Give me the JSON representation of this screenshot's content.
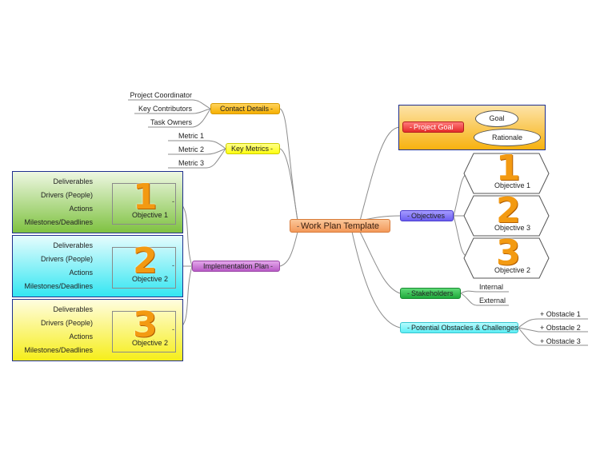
{
  "central": "Work Plan Template",
  "contact": {
    "label": "Contact Details",
    "items": [
      "Project Coordinator",
      "Key Contributors",
      "Task Owners"
    ]
  },
  "metrics": {
    "label": "Key Metrics",
    "items": [
      "Metric 1",
      "Metric 2",
      "Metric 3"
    ]
  },
  "implementation": {
    "label": "Implementation Plan",
    "objectives": [
      {
        "number": "1",
        "label": "Objective 1",
        "items": [
          "Deliverables",
          "Drivers (People)",
          "Actions",
          "Milestones/Deadlines"
        ]
      },
      {
        "number": "2",
        "label": "Objective 2",
        "items": [
          "Deliverables",
          "Drivers (People)",
          "Actions",
          "Milestones/Deadlines"
        ]
      },
      {
        "number": "3",
        "label": "Objective 2",
        "items": [
          "Deliverables",
          "Drivers (People)",
          "Actions",
          "Milestones/Deadlines"
        ]
      }
    ]
  },
  "project_goal": {
    "label": "Project Goal",
    "items": [
      "Goal",
      "Rationale"
    ]
  },
  "objectives": {
    "label": "Objectives",
    "items": [
      {
        "number": "1",
        "label": "Objective 1"
      },
      {
        "number": "2",
        "label": "Objective 3"
      },
      {
        "number": "3",
        "label": "Objective 2"
      }
    ]
  },
  "stakeholders": {
    "label": "Stakeholders",
    "items": [
      "Internal",
      "External"
    ]
  },
  "obstacles": {
    "label": "Potential Obstacles & Challenges",
    "items": [
      "Obstacle 1",
      "Obstacle 2",
      "Obstacle 3"
    ]
  },
  "symbols": {
    "collapse": "-",
    "expand": "+"
  },
  "colors": {
    "central": "#f4a460",
    "contact": "#f9b800",
    "metrics": "#ffff33",
    "implementation": "#c56fd0",
    "goal": "#f03c3c",
    "objectives": "#7b6cf0",
    "stakeholders": "#2eb84a",
    "obstacles": "#66f0f5",
    "panel_green": "#7fc241",
    "panel_cyan": "#33e6f2",
    "panel_yellow": "#f6ee1a",
    "panel_orange": "#f7b20f",
    "number": "#f39a12"
  }
}
